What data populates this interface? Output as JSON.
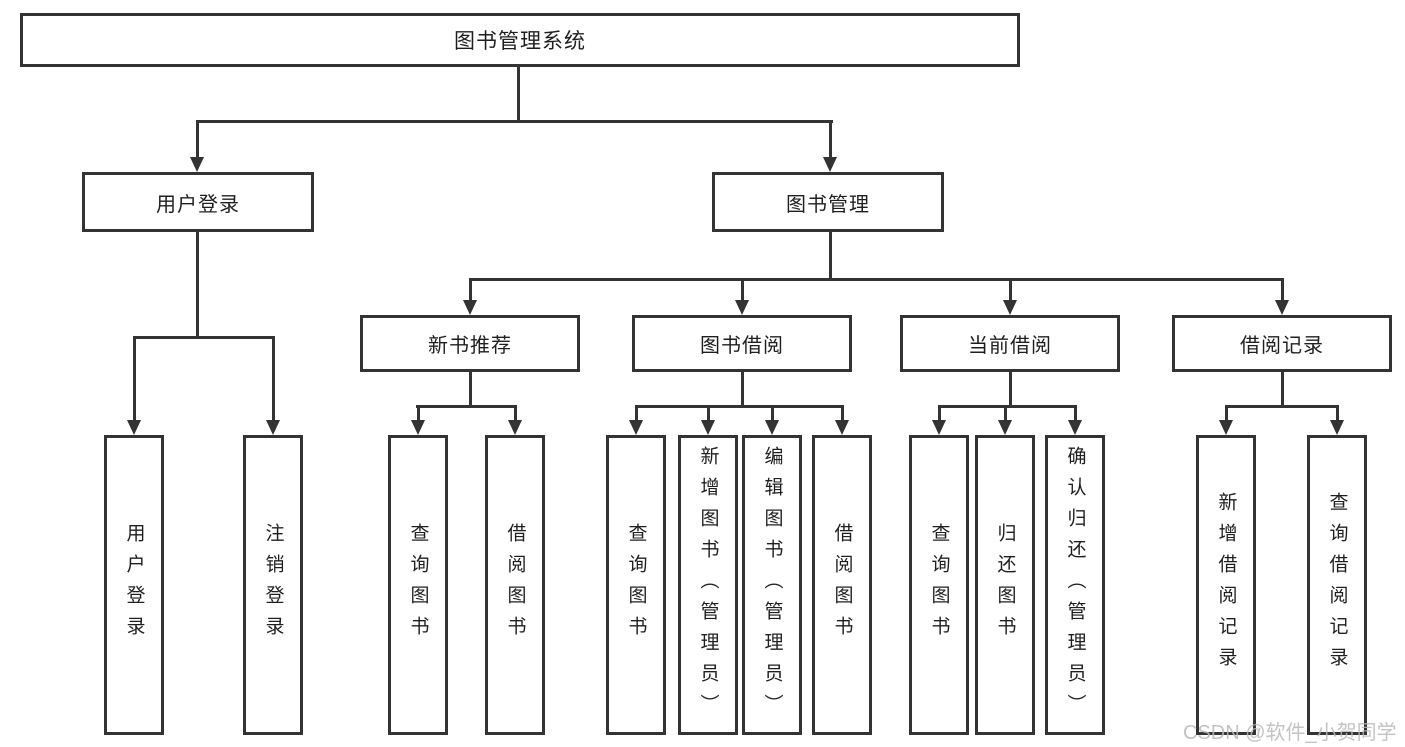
{
  "tree": {
    "label": "图书管理系统",
    "children": [
      {
        "label": "用户登录",
        "children": [
          {
            "label": "用户登录"
          },
          {
            "label": "注销登录"
          }
        ]
      },
      {
        "label": "图书管理",
        "children": [
          {
            "label": "新书推荐",
            "children": [
              {
                "label": "查询图书"
              },
              {
                "label": "借阅图书"
              }
            ]
          },
          {
            "label": "图书借阅",
            "children": [
              {
                "label": "查询图书"
              },
              {
                "label": "新增图书（管理员）"
              },
              {
                "label": "编辑图书（管理员）"
              },
              {
                "label": "借阅图书"
              }
            ]
          },
          {
            "label": "当前借阅",
            "children": [
              {
                "label": "查询图书"
              },
              {
                "label": "归还图书"
              },
              {
                "label": "确认归还（管理员）"
              }
            ]
          },
          {
            "label": "借阅记录",
            "children": [
              {
                "label": "新增借阅记录"
              },
              {
                "label": "查询借阅记录"
              }
            ]
          }
        ]
      }
    ]
  },
  "watermark": {
    "text": "CSDN @软件_小贺同学"
  },
  "colors": {
    "line": "#333333",
    "text": "#1f1f1f",
    "watermark": "#b9b9b9",
    "background": "#ffffff"
  }
}
